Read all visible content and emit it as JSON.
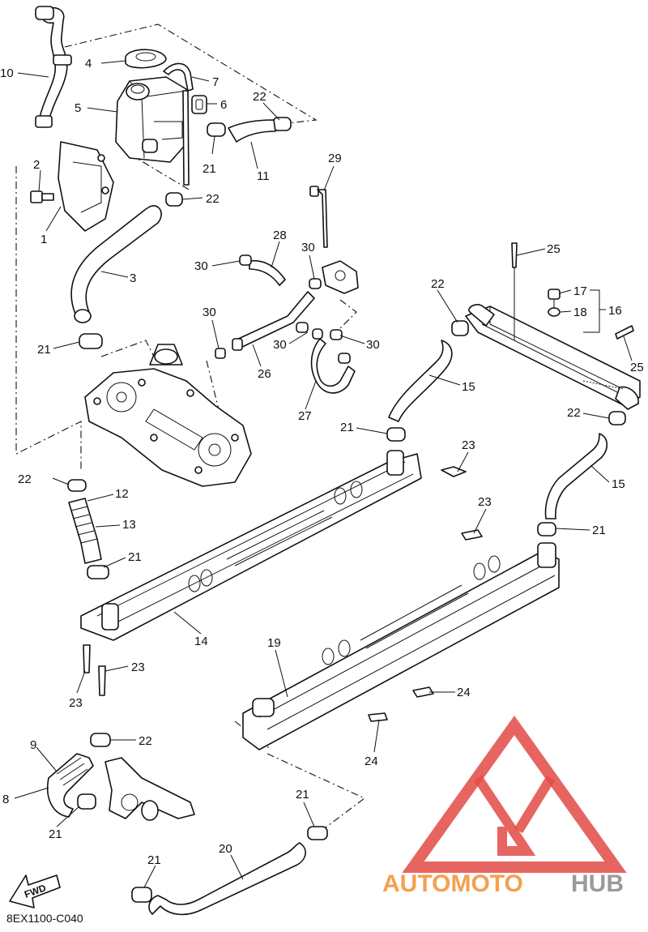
{
  "diagram": {
    "code": "8EX1100-C040",
    "fwd_label": "FWD",
    "callouts": [
      {
        "id": "c10",
        "text": "10"
      },
      {
        "id": "c4",
        "text": "4"
      },
      {
        "id": "c7",
        "text": "7"
      },
      {
        "id": "c5",
        "text": "5"
      },
      {
        "id": "c6",
        "text": "6"
      },
      {
        "id": "c22a",
        "text": "22"
      },
      {
        "id": "c2",
        "text": "2"
      },
      {
        "id": "c21a",
        "text": "21"
      },
      {
        "id": "c11",
        "text": "11"
      },
      {
        "id": "c22b",
        "text": "22"
      },
      {
        "id": "c1",
        "text": "1"
      },
      {
        "id": "c29",
        "text": "29"
      },
      {
        "id": "c3",
        "text": "3"
      },
      {
        "id": "c28",
        "text": "28"
      },
      {
        "id": "c30a",
        "text": "30"
      },
      {
        "id": "c30b",
        "text": "30"
      },
      {
        "id": "c25a",
        "text": "25"
      },
      {
        "id": "c30c",
        "text": "30"
      },
      {
        "id": "c17",
        "text": "17"
      },
      {
        "id": "c22c",
        "text": "22"
      },
      {
        "id": "c18",
        "text": "18"
      },
      {
        "id": "c16",
        "text": "16"
      },
      {
        "id": "c21b",
        "text": "21"
      },
      {
        "id": "c30d",
        "text": "30"
      },
      {
        "id": "c30e",
        "text": "30"
      },
      {
        "id": "c26",
        "text": "26"
      },
      {
        "id": "c25b",
        "text": "25"
      },
      {
        "id": "c15a",
        "text": "15"
      },
      {
        "id": "c27",
        "text": "27"
      },
      {
        "id": "c22d",
        "text": "22"
      },
      {
        "id": "c21c",
        "text": "21"
      },
      {
        "id": "c23a",
        "text": "23"
      },
      {
        "id": "c22e",
        "text": "22"
      },
      {
        "id": "c15b",
        "text": "15"
      },
      {
        "id": "c12",
        "text": "12"
      },
      {
        "id": "c23b",
        "text": "23"
      },
      {
        "id": "c13",
        "text": "13"
      },
      {
        "id": "c21d",
        "text": "21"
      },
      {
        "id": "c21e",
        "text": "21"
      },
      {
        "id": "c14",
        "text": "14"
      },
      {
        "id": "c19",
        "text": "19"
      },
      {
        "id": "c23c",
        "text": "23"
      },
      {
        "id": "c23d",
        "text": "23"
      },
      {
        "id": "c24a",
        "text": "24"
      },
      {
        "id": "c22f",
        "text": "22"
      },
      {
        "id": "c9",
        "text": "9"
      },
      {
        "id": "c24b",
        "text": "24"
      },
      {
        "id": "c8",
        "text": "8"
      },
      {
        "id": "c21f",
        "text": "21"
      },
      {
        "id": "c21g",
        "text": "21"
      },
      {
        "id": "c20",
        "text": "20"
      },
      {
        "id": "c21h",
        "text": "21"
      }
    ]
  },
  "watermark": {
    "brand_part1": "AUTOMOTO",
    "brand_part2": "HUB",
    "color_red": "#e34a45",
    "color_orange": "#f4a050",
    "color_gray": "#9a9a9a"
  }
}
